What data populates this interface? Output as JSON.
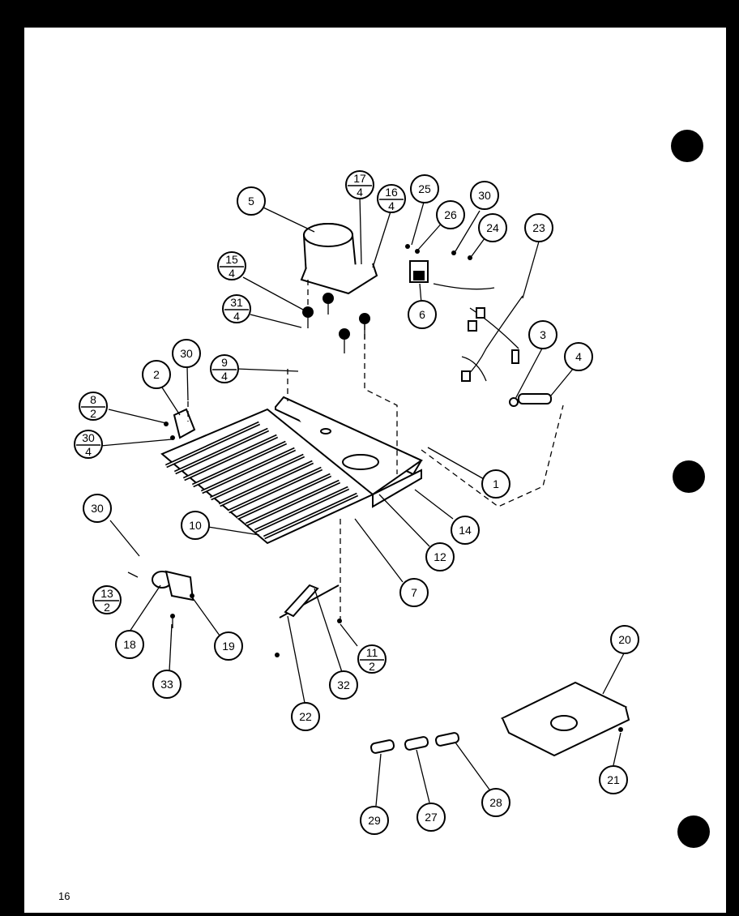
{
  "page": {
    "number": "16"
  },
  "callouts": [
    {
      "id": "c5",
      "top": "5",
      "bottom": ""
    },
    {
      "id": "c17",
      "top": "17",
      "bottom": "4"
    },
    {
      "id": "c16",
      "top": "16",
      "bottom": "4"
    },
    {
      "id": "c25",
      "top": "25",
      "bottom": ""
    },
    {
      "id": "c26",
      "top": "26",
      "bottom": ""
    },
    {
      "id": "c30a",
      "top": "30",
      "bottom": ""
    },
    {
      "id": "c24",
      "top": "24",
      "bottom": ""
    },
    {
      "id": "c23",
      "top": "23",
      "bottom": ""
    },
    {
      "id": "c15",
      "top": "15",
      "bottom": "4"
    },
    {
      "id": "c31",
      "top": "31",
      "bottom": "4"
    },
    {
      "id": "c6",
      "top": "6",
      "bottom": ""
    },
    {
      "id": "c3",
      "top": "3",
      "bottom": ""
    },
    {
      "id": "c4",
      "top": "4",
      "bottom": ""
    },
    {
      "id": "c9",
      "top": "9",
      "bottom": "4"
    },
    {
      "id": "c30b",
      "top": "30",
      "bottom": ""
    },
    {
      "id": "c2",
      "top": "2",
      "bottom": ""
    },
    {
      "id": "c8",
      "top": "8",
      "bottom": "2"
    },
    {
      "id": "c30c",
      "top": "30",
      "bottom": "4"
    },
    {
      "id": "c1",
      "top": "1",
      "bottom": ""
    },
    {
      "id": "c14",
      "top": "14",
      "bottom": ""
    },
    {
      "id": "c12",
      "top": "12",
      "bottom": ""
    },
    {
      "id": "c7",
      "top": "7",
      "bottom": ""
    },
    {
      "id": "c10",
      "top": "10",
      "bottom": ""
    },
    {
      "id": "c30d",
      "top": "30",
      "bottom": ""
    },
    {
      "id": "c13",
      "top": "13",
      "bottom": "2"
    },
    {
      "id": "c18",
      "top": "18",
      "bottom": ""
    },
    {
      "id": "c19",
      "top": "19",
      "bottom": ""
    },
    {
      "id": "c33",
      "top": "33",
      "bottom": ""
    },
    {
      "id": "c11",
      "top": "11",
      "bottom": "2"
    },
    {
      "id": "c32",
      "top": "32",
      "bottom": ""
    },
    {
      "id": "c22",
      "top": "22",
      "bottom": ""
    },
    {
      "id": "c20",
      "top": "20",
      "bottom": ""
    },
    {
      "id": "c21",
      "top": "21",
      "bottom": ""
    },
    {
      "id": "c29",
      "top": "29",
      "bottom": ""
    },
    {
      "id": "c27",
      "top": "27",
      "bottom": ""
    },
    {
      "id": "c28",
      "top": "28",
      "bottom": ""
    }
  ]
}
